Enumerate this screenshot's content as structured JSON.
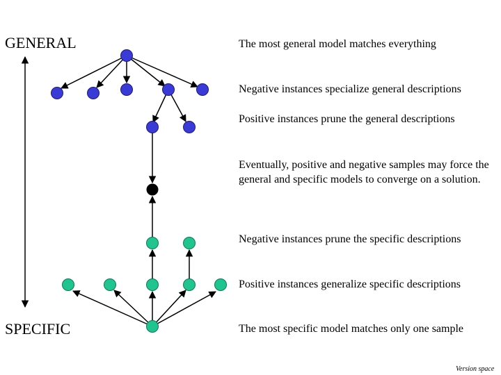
{
  "labels": {
    "general": "GENERAL",
    "specific": "SPECIFIC",
    "footer": "Version space"
  },
  "annotations": [
    "The most general model matches everything",
    "Negative instances specialize general descriptions",
    "Positive instances prune the general descriptions",
    "Eventually, positive and negative samples may force the general and specific models to converge on a solution.",
    "Negative instances prune the specific descriptions",
    "Positive instances generalize specific descriptions",
    "The most specific model matches only one sample"
  ],
  "colors": {
    "general_node": "#3a3ad6",
    "specific_node": "#1fc48f",
    "solution_node": "#000000",
    "edge": "#000000",
    "text": "#000000"
  }
}
